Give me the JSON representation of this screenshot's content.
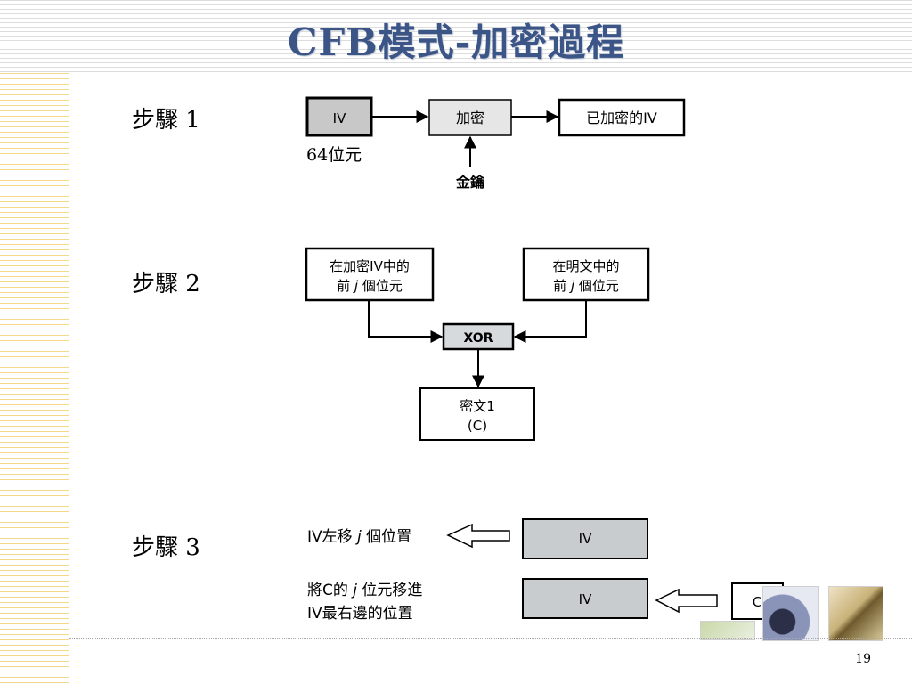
{
  "slide": {
    "title": "CFB模式-加密過程",
    "page_number": "19"
  },
  "step1": {
    "label": "步驟 1",
    "iv": "IV",
    "iv_size": "64位元",
    "encrypt": "加密",
    "encrypted_iv": "已加密的IV",
    "key": "金鑰"
  },
  "step2": {
    "label": "步驟 2",
    "left_box_line1": "在加密IV中的",
    "left_box_line2_pre": "前 ",
    "left_box_line2_j": "j",
    "left_box_line2_post": " 個位元",
    "right_box_line1": "在明文中的",
    "right_box_line2_pre": "前 ",
    "right_box_line2_j": "j",
    "right_box_line2_post": " 個位元",
    "xor": "XOR",
    "cipher_line1": "密文1",
    "cipher_line2": "(C)"
  },
  "step3": {
    "label": "步驟 3",
    "shift_text_pre": "IV左移 ",
    "shift_text_j": "j",
    "shift_text_post": " 個位置",
    "iv_top": "IV",
    "place_line1_pre": "將C的 ",
    "place_line1_j": "j",
    "place_line1_post": " 位元移進",
    "place_line2": "IV最右邊的位置",
    "iv_bottom": "IV",
    "c_box": "C"
  },
  "colors": {
    "title": "#3b5587",
    "iv_fill": "#c8c8c8",
    "encrypt_fill": "#e6e6e6",
    "xor_fill": "#d6dadd",
    "iv_step3_fill": "#c9ccce"
  }
}
